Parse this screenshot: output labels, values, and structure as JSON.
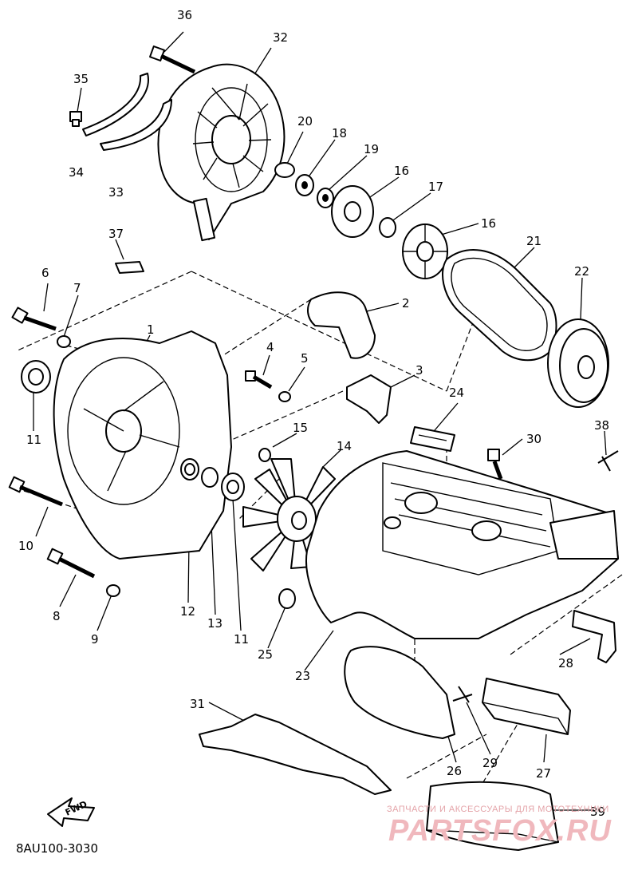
{
  "diagram": {
    "catalog_code": "8AU100-3030",
    "fwd_label": "FWD",
    "callouts": [
      {
        "id": "c36",
        "text": "36"
      },
      {
        "id": "c32",
        "text": "32"
      },
      {
        "id": "c35",
        "text": "35"
      },
      {
        "id": "c20",
        "text": "20"
      },
      {
        "id": "c18",
        "text": "18"
      },
      {
        "id": "c19",
        "text": "19"
      },
      {
        "id": "c16a",
        "text": "16"
      },
      {
        "id": "c17",
        "text": "17"
      },
      {
        "id": "c16b",
        "text": "16"
      },
      {
        "id": "c34",
        "text": "34"
      },
      {
        "id": "c33",
        "text": "33"
      },
      {
        "id": "c37",
        "text": "37"
      },
      {
        "id": "c21",
        "text": "21"
      },
      {
        "id": "c22",
        "text": "22"
      },
      {
        "id": "c6",
        "text": "6"
      },
      {
        "id": "c7",
        "text": "7"
      },
      {
        "id": "c2",
        "text": "2"
      },
      {
        "id": "c1",
        "text": "1"
      },
      {
        "id": "c4",
        "text": "4"
      },
      {
        "id": "c5",
        "text": "5"
      },
      {
        "id": "c3",
        "text": "3"
      },
      {
        "id": "c11a",
        "text": "11"
      },
      {
        "id": "c24",
        "text": "24"
      },
      {
        "id": "c15",
        "text": "15"
      },
      {
        "id": "c30",
        "text": "30"
      },
      {
        "id": "c38",
        "text": "38"
      },
      {
        "id": "c14",
        "text": "14"
      },
      {
        "id": "c10",
        "text": "10"
      },
      {
        "id": "c8",
        "text": "8"
      },
      {
        "id": "c9",
        "text": "9"
      },
      {
        "id": "c12",
        "text": "12"
      },
      {
        "id": "c13",
        "text": "13"
      },
      {
        "id": "c11b",
        "text": "11"
      },
      {
        "id": "c25",
        "text": "25"
      },
      {
        "id": "c23",
        "text": "23"
      },
      {
        "id": "c28",
        "text": "28"
      },
      {
        "id": "c31",
        "text": "31"
      },
      {
        "id": "c26",
        "text": "26"
      },
      {
        "id": "c29",
        "text": "29"
      },
      {
        "id": "c27",
        "text": "27"
      },
      {
        "id": "c39",
        "text": "39"
      }
    ]
  },
  "watermark": {
    "line1": "ЗАПЧАСТИ И АКСЕССУАРЫ ДЛЯ МОТОТЕХНИКИ",
    "line2": "PARTSFOX.RU"
  }
}
